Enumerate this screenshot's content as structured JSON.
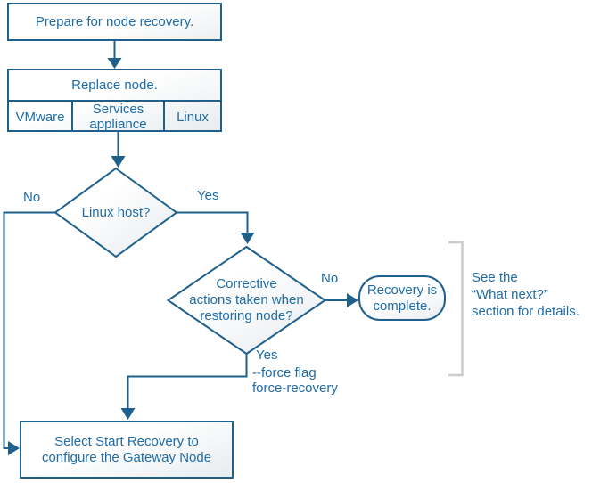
{
  "colors": {
    "line": "#1e5f8c",
    "text": "#1e6ca8",
    "bracket": "#cccccc",
    "fill_gradient_end": "#e8ecef"
  },
  "nodes": {
    "prepare": {
      "label": "Prepare for node recovery."
    },
    "replace": {
      "label": "Replace node.",
      "options": [
        "VMware",
        "Services appliance",
        "Linux"
      ]
    },
    "linux_host": {
      "label": "Linux host?"
    },
    "corrective": {
      "lines": [
        "Corrective",
        "actions taken when",
        "restoring node?"
      ]
    },
    "recovery_complete": {
      "lines": [
        "Recovery is",
        "complete."
      ]
    },
    "start_recovery": {
      "lines": [
        "Select Start Recovery to",
        "configure the Gateway Node"
      ]
    }
  },
  "edge_labels": {
    "linux_host_no": "No",
    "linux_host_yes": "Yes",
    "corrective_no": "No",
    "corrective_yes": "Yes",
    "force_note": [
      "--force flag",
      "force-recovery"
    ]
  },
  "annotations": {
    "what_next": [
      "See the",
      "“What next?”",
      "section for details."
    ]
  }
}
